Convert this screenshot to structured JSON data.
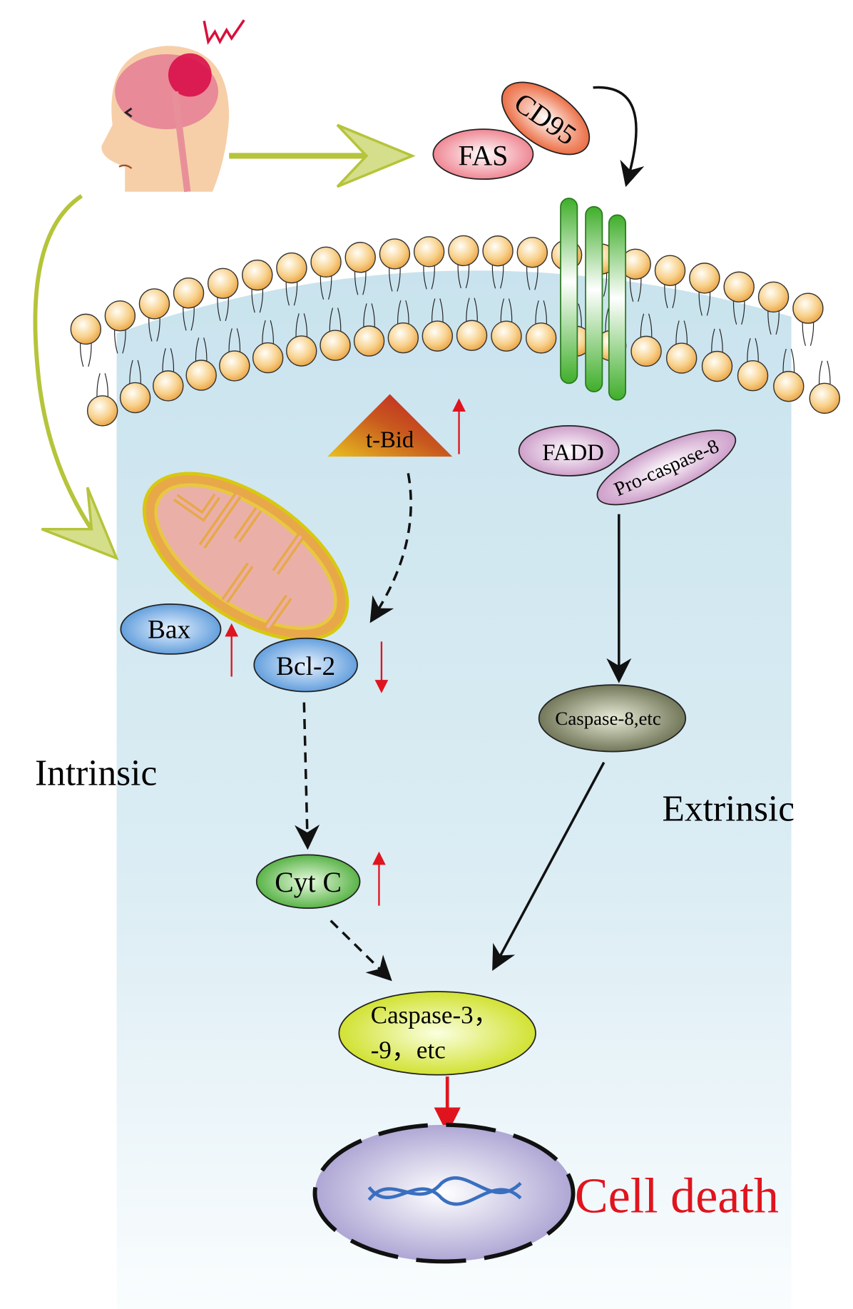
{
  "labels": {
    "fas": "FAS",
    "cd95": "CD95",
    "t_bid": "t-Bid",
    "fadd": "FADD",
    "pro_caspase_8": "Pro-caspase-8",
    "bax": "Bax",
    "bcl2": "Bcl-2",
    "caspase_8": "Caspase-8,etc",
    "intrinsic": "Intrinsic",
    "extrinsic": "Extrinsic",
    "cyt_c": "Cyt C",
    "caspase_3_line1": "Caspase-3，",
    "caspase_3_line2": "-9，etc",
    "cell_death": "Cell death"
  },
  "regulation": {
    "t_bid": "up",
    "bax": "up",
    "bcl2": "down",
    "cyt_c": "up"
  },
  "colors": {
    "pathway_arrow": "#b5c43a",
    "regulation_arrow": "#e0141e",
    "cell_death_text": "#e0141e",
    "cytoplasm": "#cfe6f0",
    "receptor": "#3fae2a"
  }
}
